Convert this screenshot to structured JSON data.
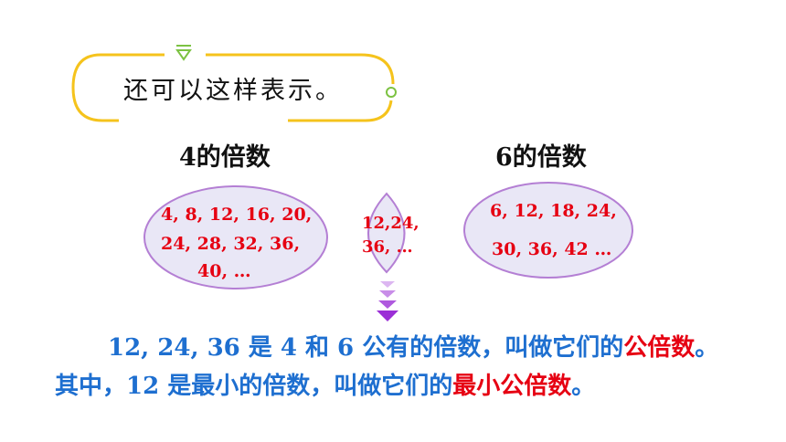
{
  "intro": {
    "text": "还可以这样表示。"
  },
  "sets": {
    "left": {
      "heading": "4的倍数",
      "lines": [
        "4, 8, 12,  16,  20,",
        "24, 28,  32,  36,",
        "40, …"
      ]
    },
    "middle": {
      "lines": [
        "12,24,",
        "36, …"
      ]
    },
    "right": {
      "heading": "6的倍数",
      "lines": [
        "6,  12,  18,  24,",
        "30,  36,  42 …"
      ]
    }
  },
  "statement": {
    "line1_prefix": "12, 24, 36 是 4 和 6 公有的倍数，叫做它们的",
    "line1_term": "公倍数",
    "line1_end": "。",
    "line2_prefix": "其中，12 是最小的倍数，叫做它们的",
    "line2_term": "最小公倍数",
    "line2_end": "。"
  },
  "colors": {
    "frame_yellow": "#f5c31c",
    "frame_green": "#7cc242",
    "ellipse_fill": "#e9e7f6",
    "ellipse_stroke": "#b47fd4",
    "number_red": "#e60012",
    "text_blue": "#1e6fd0",
    "arrow_purple": "#9b2fd6"
  }
}
